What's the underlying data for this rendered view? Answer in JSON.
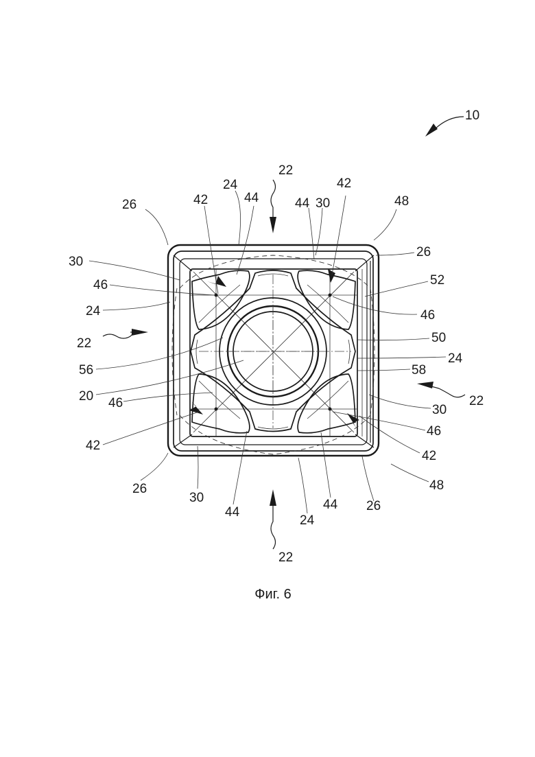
{
  "figure": {
    "caption": "Фиг. 6"
  },
  "labels": {
    "l10": "10",
    "l22_top": "22",
    "l24_top": "24",
    "l42_top_left": "42",
    "l44_top_left": "44",
    "l44_top_right": "44",
    "l30_top": "30",
    "l42_top_right": "42",
    "l48_top": "48",
    "l26_top_left": "26",
    "l26_top_right": "26",
    "l30_left": "30",
    "l52": "52",
    "l46_left_top": "46",
    "l46_right_top": "46",
    "l24_left": "24",
    "l22_left": "22",
    "l50": "50",
    "l24_right": "24",
    "l56": "56",
    "l58": "58",
    "l20": "20",
    "l22_right": "22",
    "l46_left_bottom": "46",
    "l30_right": "30",
    "l46_right_bottom": "46",
    "l42_left_bottom": "42",
    "l42_right_bottom": "42",
    "l26_bottom_left": "26",
    "l48_bottom": "48",
    "l30_bottom": "30",
    "l26_bottom_right": "26",
    "l44_bottom_left": "44",
    "l44_bottom_right": "44",
    "l24_bottom": "24",
    "l22_bottom": "22"
  }
}
